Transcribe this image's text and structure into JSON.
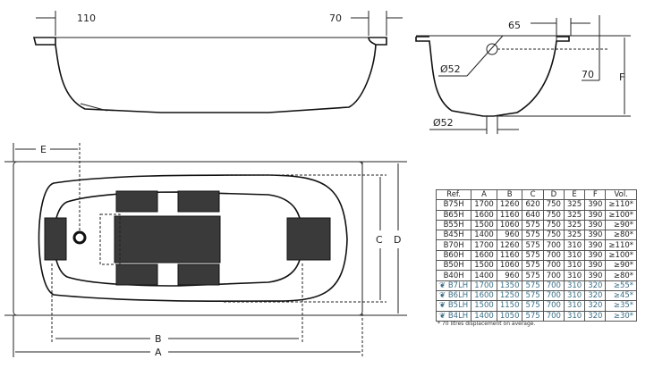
{
  "side_view": {
    "dim_left": "110",
    "dim_right": "70"
  },
  "end_view": {
    "dim_overflow_offset": "65",
    "overflow_diameter": "Ø52",
    "dim_overflow_height": "70",
    "height_label": "F",
    "drain_diameter": "Ø52"
  },
  "plan_view": {
    "label_e": "E",
    "label_c": "C",
    "label_d": "D",
    "label_b": "B",
    "label_a": "A"
  },
  "table": {
    "headers": [
      "Ref.",
      "A",
      "B",
      "C",
      "D",
      "E",
      "F",
      "Vol."
    ],
    "rows": [
      [
        "B75H",
        "1700",
        "1260",
        "620",
        "750",
        "325",
        "390",
        "≥110*"
      ],
      [
        "B65H",
        "1600",
        "1160",
        "640",
        "750",
        "325",
        "390",
        "≥100*"
      ],
      [
        "B55H",
        "1500",
        "1060",
        "575",
        "750",
        "325",
        "390",
        "≥90*"
      ],
      [
        "B45H",
        "1400",
        "960",
        "575",
        "750",
        "325",
        "390",
        "≥80*"
      ],
      [
        "B70H",
        "1700",
        "1260",
        "575",
        "700",
        "310",
        "390",
        "≥110*"
      ],
      [
        "B60H",
        "1600",
        "1160",
        "575",
        "700",
        "310",
        "390",
        "≥100*"
      ],
      [
        "B50H",
        "1500",
        "1060",
        "575",
        "700",
        "310",
        "390",
        "≥90*"
      ],
      [
        "B40H",
        "1400",
        "960",
        "575",
        "700",
        "310",
        "390",
        "≥80*"
      ],
      [
        "B7LH",
        "1700",
        "1350",
        "575",
        "700",
        "310",
        "320",
        "≥55*"
      ],
      [
        "B6LH",
        "1600",
        "1250",
        "575",
        "700",
        "310",
        "320",
        "≥45*"
      ],
      [
        "B5LH",
        "1500",
        "1150",
        "575",
        "700",
        "310",
        "320",
        "≥35*"
      ],
      [
        "B4LH",
        "1400",
        "1050",
        "575",
        "700",
        "310",
        "320",
        "≥30*"
      ]
    ],
    "lite_rows_icon": "leaf-icon",
    "footnote": "* 70 litres displacement on average."
  }
}
